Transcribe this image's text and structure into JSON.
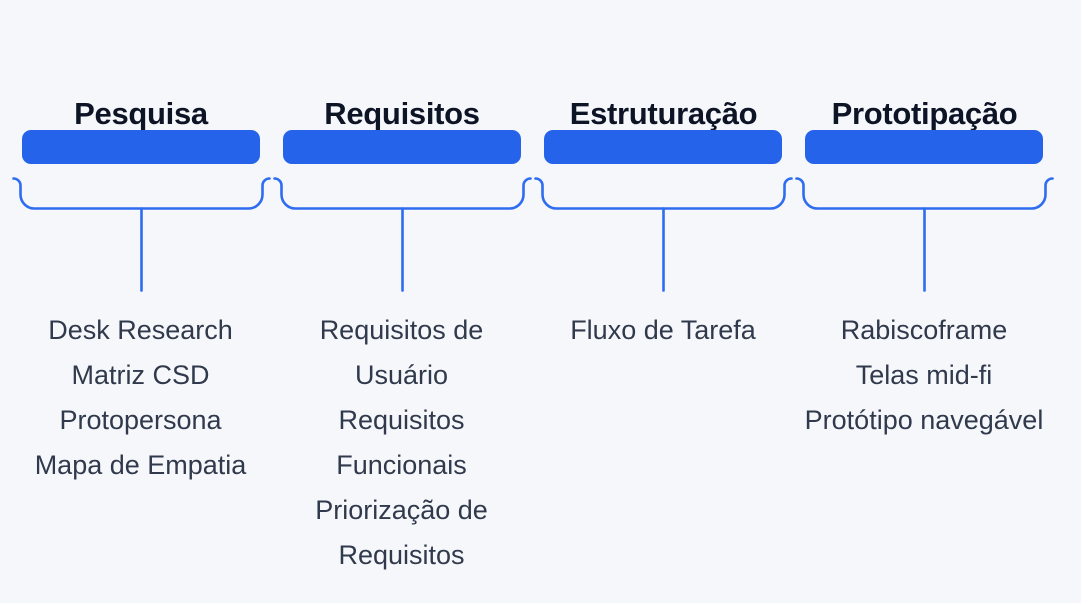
{
  "diagram_title": "UX process phases diagram",
  "colors": {
    "background": "#f6f7fb",
    "bar": "#2563eb",
    "connector_line": "#2e6cf0",
    "title_text": "#0d1426",
    "item_text": "#303a4c"
  },
  "phases": [
    {
      "title": "Pesquisa",
      "items": [
        {
          "label": "Desk Research",
          "lines": [
            "Desk Research"
          ]
        },
        {
          "label": "Matriz CSD",
          "lines": [
            "Matriz CSD"
          ]
        },
        {
          "label": "Protopersona",
          "lines": [
            "Protopersona"
          ]
        },
        {
          "label": "Mapa de Empatia",
          "lines": [
            "Mapa de Empatia"
          ]
        }
      ]
    },
    {
      "title": "Requisitos",
      "items": [
        {
          "label": "Requisitos de Usuário",
          "lines": [
            "Requisitos de",
            "Usuário"
          ]
        },
        {
          "label": "Requisitos Funcionais",
          "lines": [
            "Requisitos",
            "Funcionais"
          ]
        },
        {
          "label": "Priorização de Requisitos",
          "lines": [
            "Priorização de",
            "Requisitos"
          ]
        }
      ]
    },
    {
      "title": "Estruturação",
      "items": [
        {
          "label": "Fluxo de Tarefa",
          "lines": [
            "Fluxo de Tarefa"
          ]
        }
      ]
    },
    {
      "title": "Prototipação",
      "items": [
        {
          "label": "Rabiscoframe",
          "lines": [
            "Rabiscoframe"
          ]
        },
        {
          "label": "Telas mid-fi",
          "lines": [
            "Telas mid-fi"
          ]
        },
        {
          "label": "Protótipo navegável",
          "lines": [
            "Protótipo navegável"
          ]
        }
      ]
    }
  ]
}
